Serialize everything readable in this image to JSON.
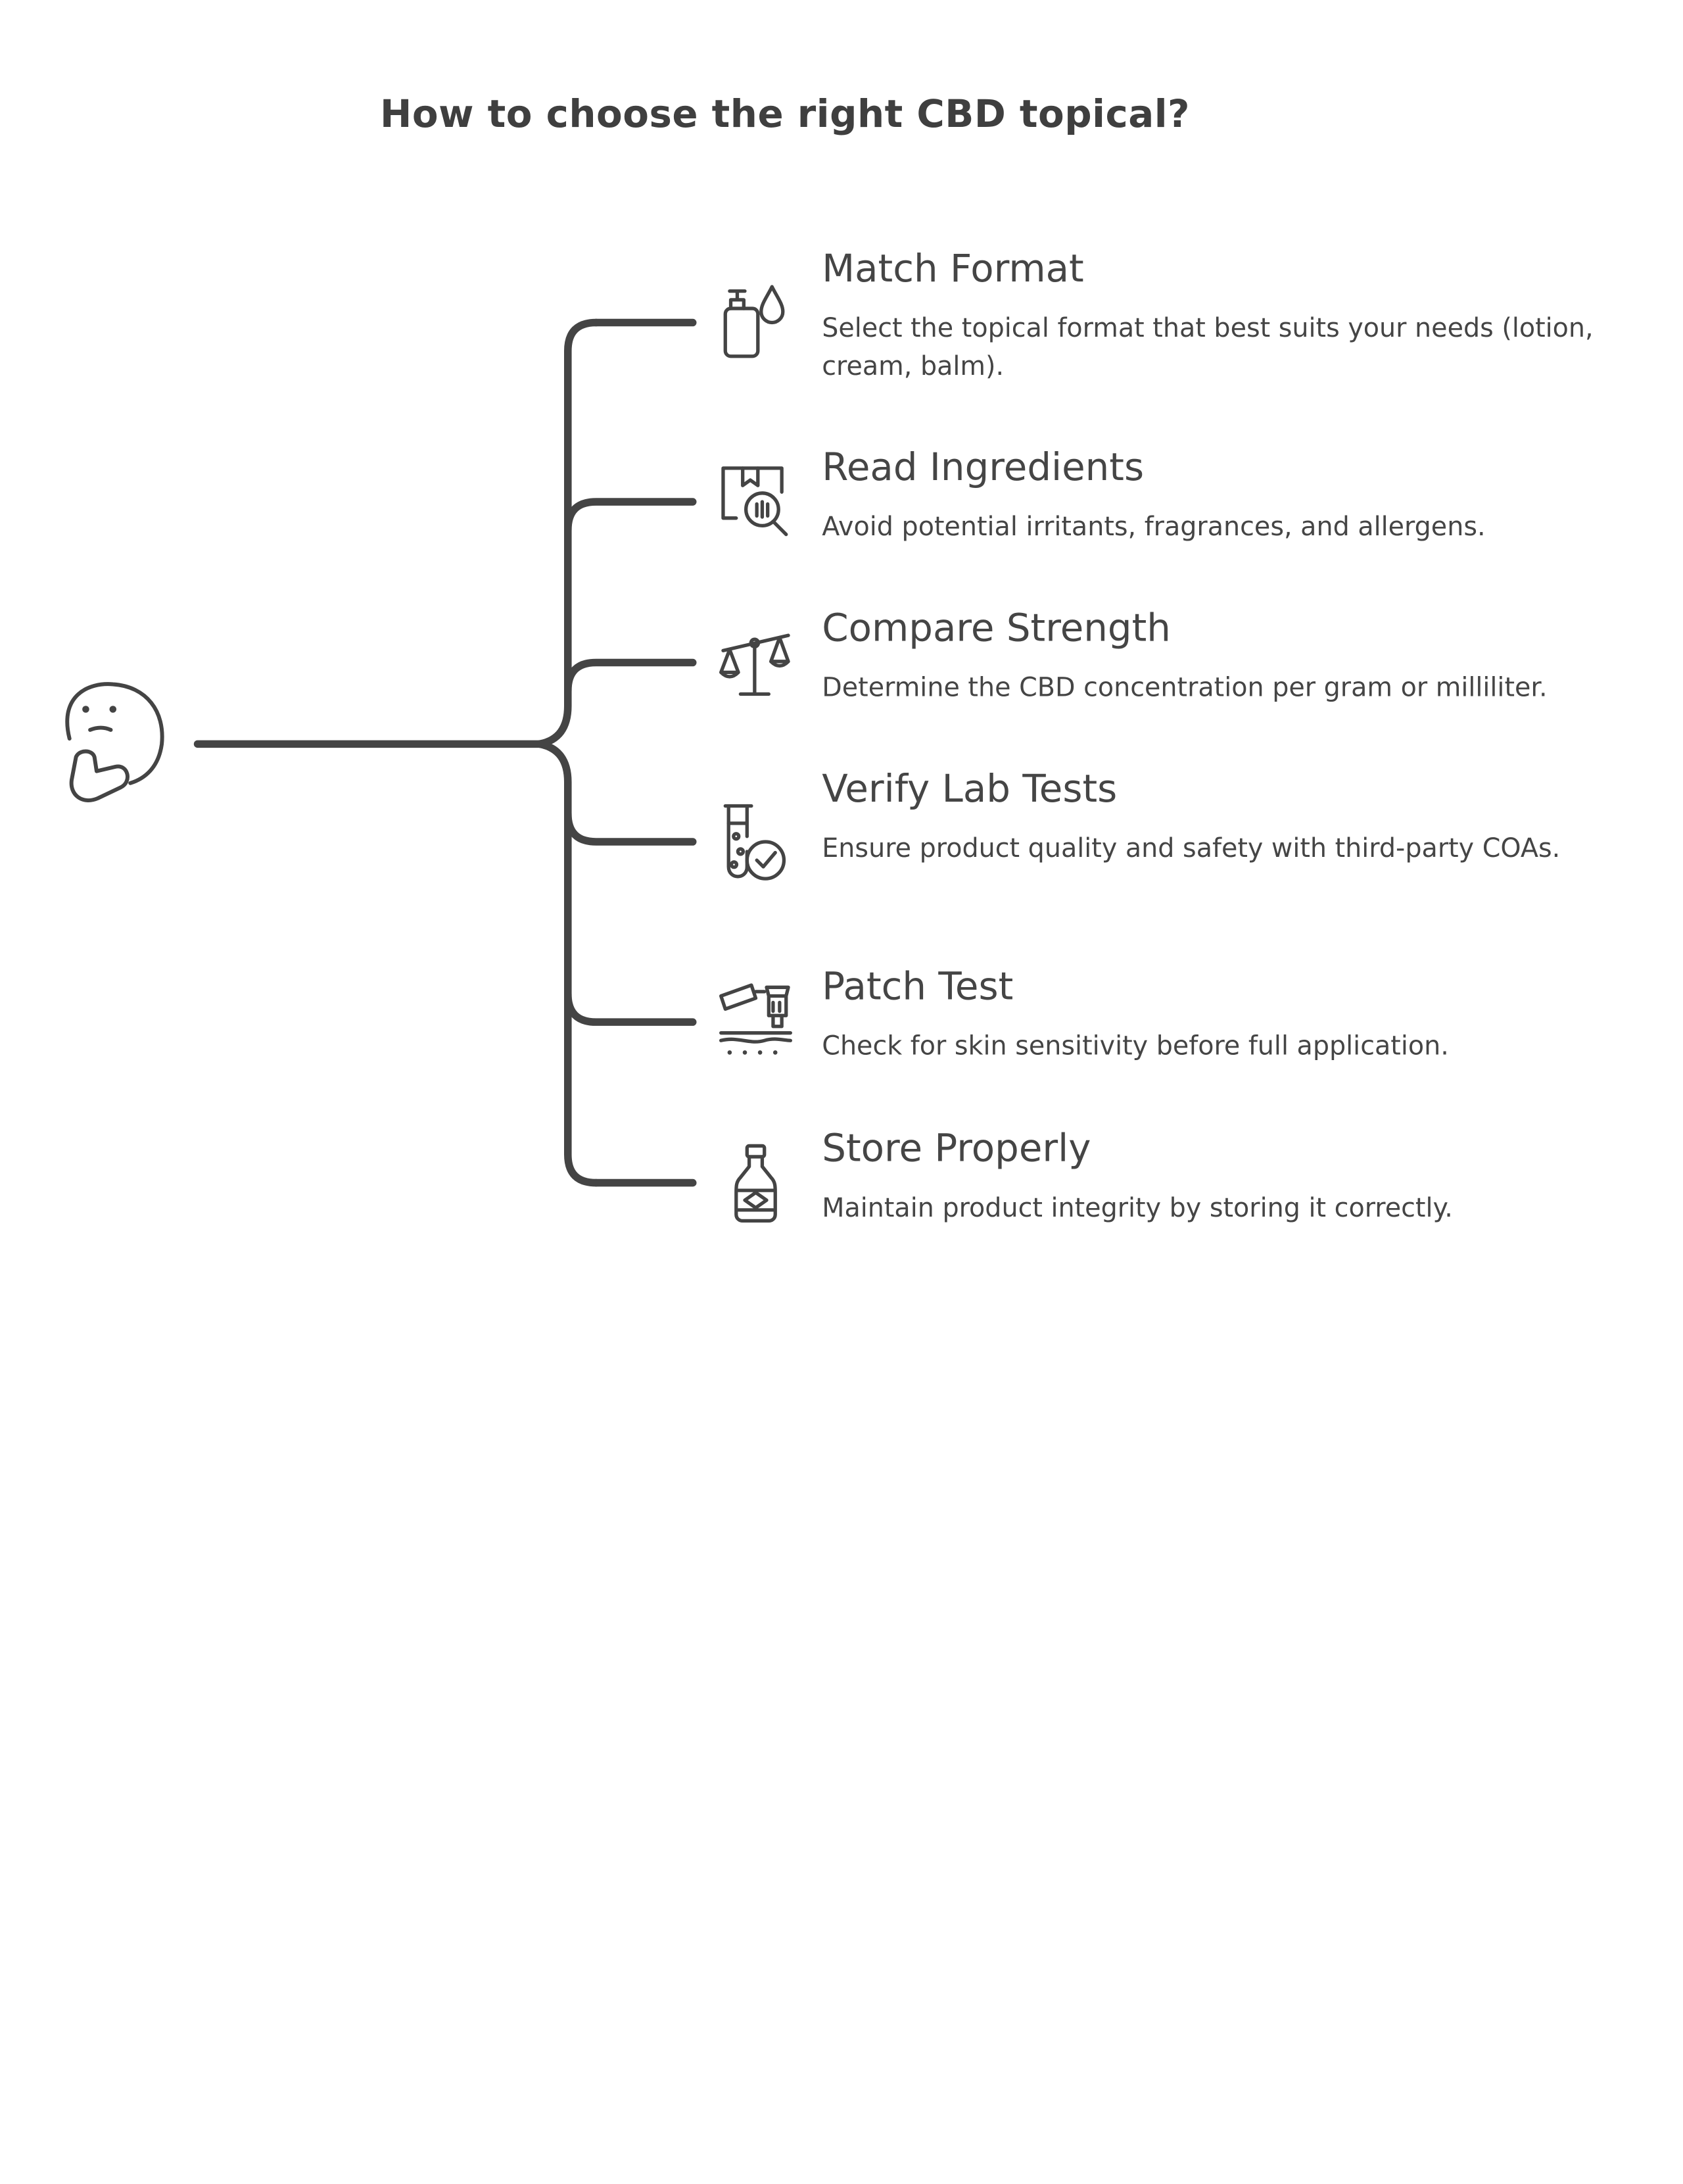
{
  "title": "How to choose the right CBD topical?",
  "colors": {
    "ink": "#444444",
    "background": "#ffffff"
  },
  "root": {
    "icon": "thinking-face-icon"
  },
  "items": [
    {
      "heading": "Match Format",
      "description": "Select the topical format that best suits your needs (lotion, cream, balm).",
      "icon": "pump-bottle-droplet-icon"
    },
    {
      "heading": "Read Ingredients",
      "description": "Avoid potential irritants, fragrances, and allergens.",
      "icon": "box-magnifier-icon"
    },
    {
      "heading": "Compare Strength",
      "description": "Determine the CBD concentration per gram or milliliter.",
      "icon": "balance-scale-icon"
    },
    {
      "heading": "Verify Lab Tests",
      "description": "Ensure product quality and safety with third-party COAs.",
      "icon": "test-tube-check-icon"
    },
    {
      "heading": "Patch Test",
      "description": "Check for skin sensitivity before full application.",
      "icon": "skin-applicator-icon"
    },
    {
      "heading": "Store Properly",
      "description": "Maintain product integrity by storing it correctly.",
      "icon": "bottle-icon"
    }
  ]
}
